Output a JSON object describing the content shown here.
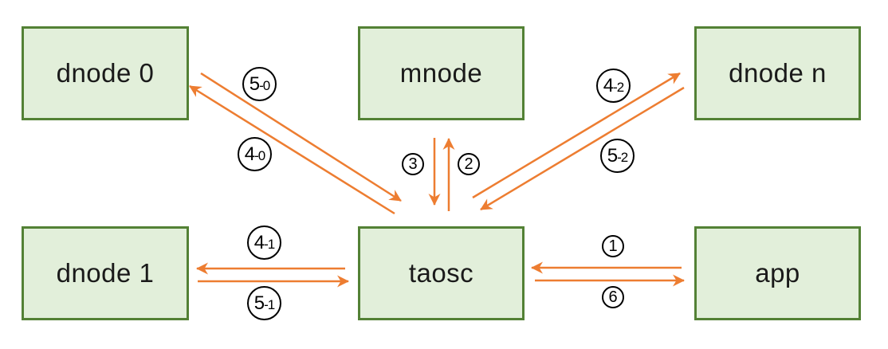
{
  "diagram": {
    "colors": {
      "node_fill": "#e2efda",
      "node_border": "#538135",
      "arrow": "#ed7d31",
      "badge_fill": "#ffffff",
      "badge_border": "#000000",
      "label_text": "#1a1a1a",
      "background": "#ffffff"
    },
    "nodes": [
      {
        "id": "dnode0",
        "label": "dnode 0"
      },
      {
        "id": "mnode",
        "label": "mnode"
      },
      {
        "id": "dnoden",
        "label": "dnode n"
      },
      {
        "id": "dnode1",
        "label": "dnode 1"
      },
      {
        "id": "taosc",
        "label": "taosc"
      },
      {
        "id": "app",
        "label": "app"
      }
    ],
    "edges": [
      {
        "label": "5-0",
        "from": "dnode 0",
        "to": "taosc"
      },
      {
        "label": "4-0",
        "from": "taosc",
        "to": "dnode 0"
      },
      {
        "label": "3",
        "from": "mnode",
        "to": "taosc"
      },
      {
        "label": "2",
        "from": "taosc",
        "to": "mnode"
      },
      {
        "label": "4-2",
        "from": "taosc",
        "to": "dnode n"
      },
      {
        "label": "5-2",
        "from": "dnode n",
        "to": "taosc"
      },
      {
        "label": "4-1",
        "from": "taosc",
        "to": "dnode 1"
      },
      {
        "label": "5-1",
        "from": "dnode 1",
        "to": "taosc"
      },
      {
        "label": "1",
        "from": "app",
        "to": "taosc"
      },
      {
        "label": "6",
        "from": "taosc",
        "to": "app"
      }
    ]
  }
}
